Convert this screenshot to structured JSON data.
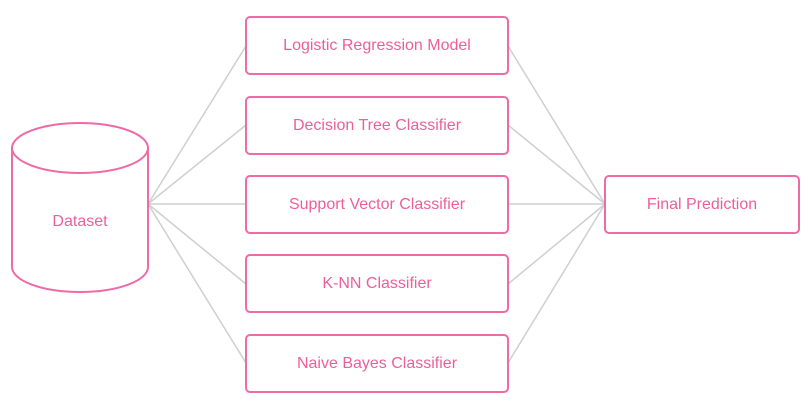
{
  "diagram": {
    "dataset_label": "Dataset",
    "models": [
      {
        "label": "Logistic Regression Model"
      },
      {
        "label": "Decision Tree Classifier"
      },
      {
        "label": "Support Vector Classifier"
      },
      {
        "label": "K-NN Classifier"
      },
      {
        "label": "Naive Bayes Classifier"
      }
    ],
    "output_label": "Final Prediction"
  },
  "colors": {
    "accent": "#f06aa6",
    "text": "#ec5f9b",
    "connector": "#cfcfcf"
  }
}
